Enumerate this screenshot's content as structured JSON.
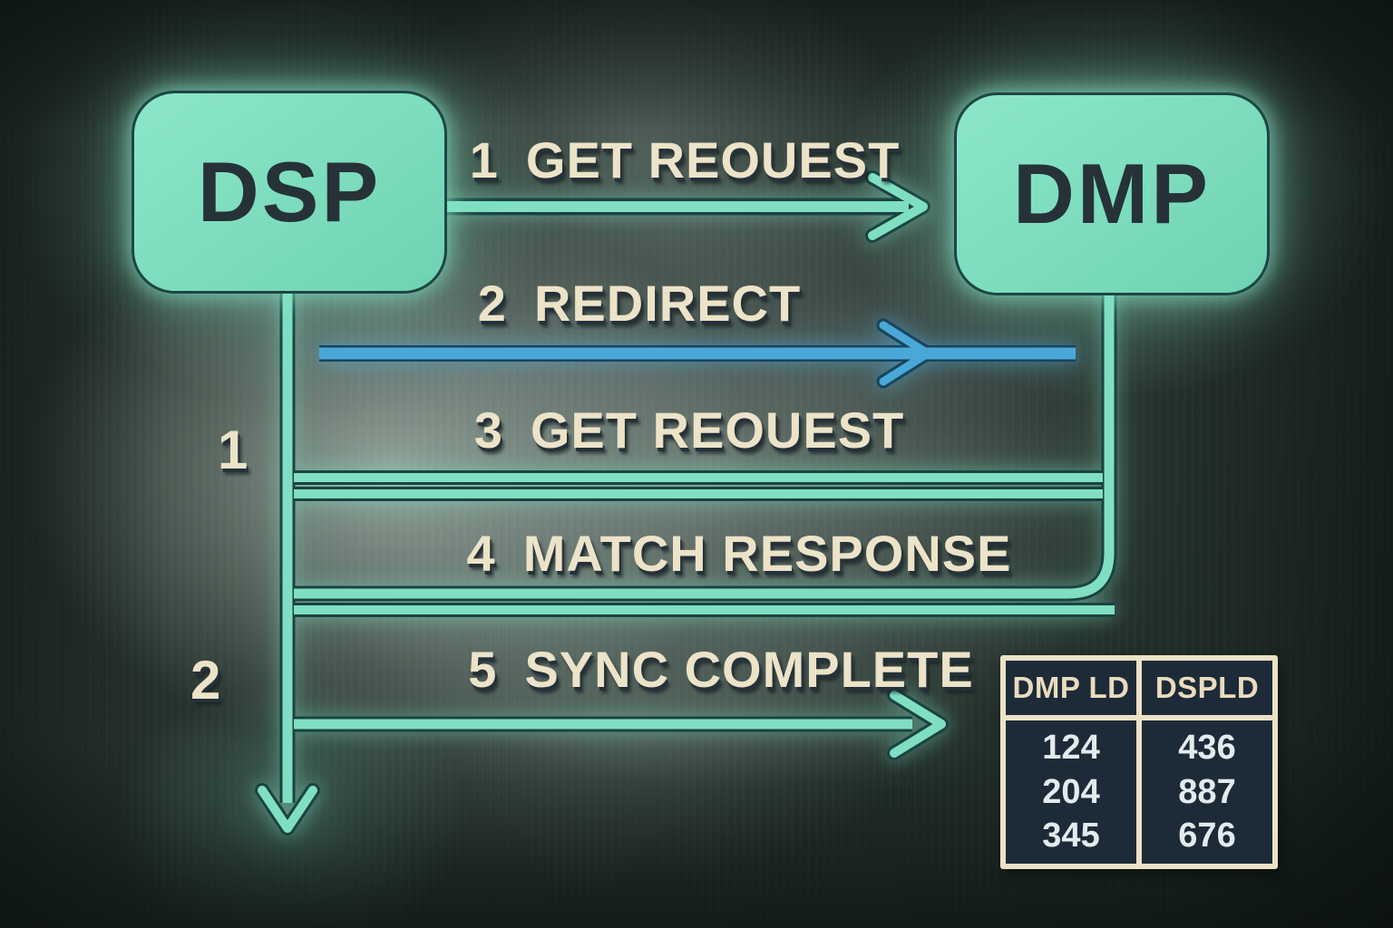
{
  "dsp_box": {
    "label": "DSP"
  },
  "dmp_box": {
    "label": "DMP"
  },
  "steps": [
    {
      "num": "1",
      "label": "GET REOUEST"
    },
    {
      "num": "2",
      "label": "REDIRECT"
    },
    {
      "num": "3",
      "label": "GET REOUEST"
    },
    {
      "num": "4",
      "label": "MATCH RESPONSE"
    },
    {
      "num": "5",
      "label": "SYNC COMPLETE"
    }
  ],
  "lane_markers": [
    {
      "label": "1"
    },
    {
      "label": "2"
    }
  ],
  "sync_table": {
    "headers": [
      "DMP LD",
      "DSPLD"
    ],
    "rows": [
      [
        "124",
        "436"
      ],
      [
        "204",
        "887"
      ],
      [
        "345",
        "676"
      ]
    ]
  },
  "colors": {
    "mint": "#80dfc2",
    "mint_outline": "#1b4342",
    "blue": "#4aa8d8",
    "blue_outline": "#17455c",
    "label_cream": "#ece3c8",
    "label_shadow": "#25313a",
    "node_text": "#263238",
    "table_bg": "#1d2b39",
    "table_border": "#ece2c6",
    "table_value_text": "#e4ebee"
  }
}
